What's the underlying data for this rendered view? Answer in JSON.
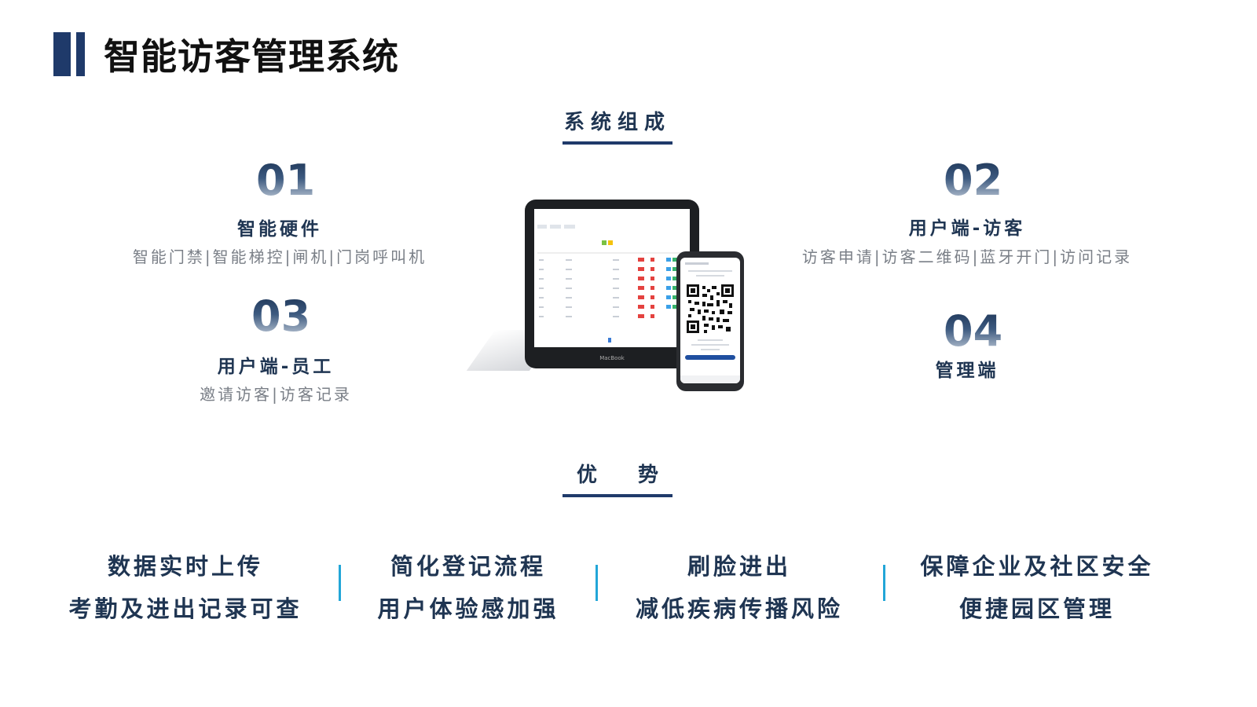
{
  "page_title": "智能访客管理系统",
  "sections": {
    "composition": "系统组成",
    "advantages": "优　　势"
  },
  "items": [
    {
      "num": "01",
      "title": "智能硬件",
      "desc": "智能门禁|智能梯控|闸机|门岗呼叫机"
    },
    {
      "num": "02",
      "title": "用户端-访客",
      "desc": "访客申请|访客二维码|蓝牙开门|访问记录"
    },
    {
      "num": "03",
      "title": "用户端-员工",
      "desc": "邀请访客|访客记录"
    },
    {
      "num": "04",
      "title": "管理端"
    }
  ],
  "advantages": [
    {
      "line1": "数据实时上传",
      "line2": "考勤及进出记录可查"
    },
    {
      "line1": "简化登记流程",
      "line2": "用户体验感加强"
    },
    {
      "line1": "刷脸进出",
      "line2": "减低疾病传播风险"
    },
    {
      "line1": "保障企业及社区安全",
      "line2": "便捷园区管理"
    }
  ],
  "device": {
    "laptop_brand": "MacBook"
  },
  "colors": {
    "navy": "#1f3a6a",
    "accent": "#22a6d8",
    "grey_text": "#7a7f87"
  }
}
